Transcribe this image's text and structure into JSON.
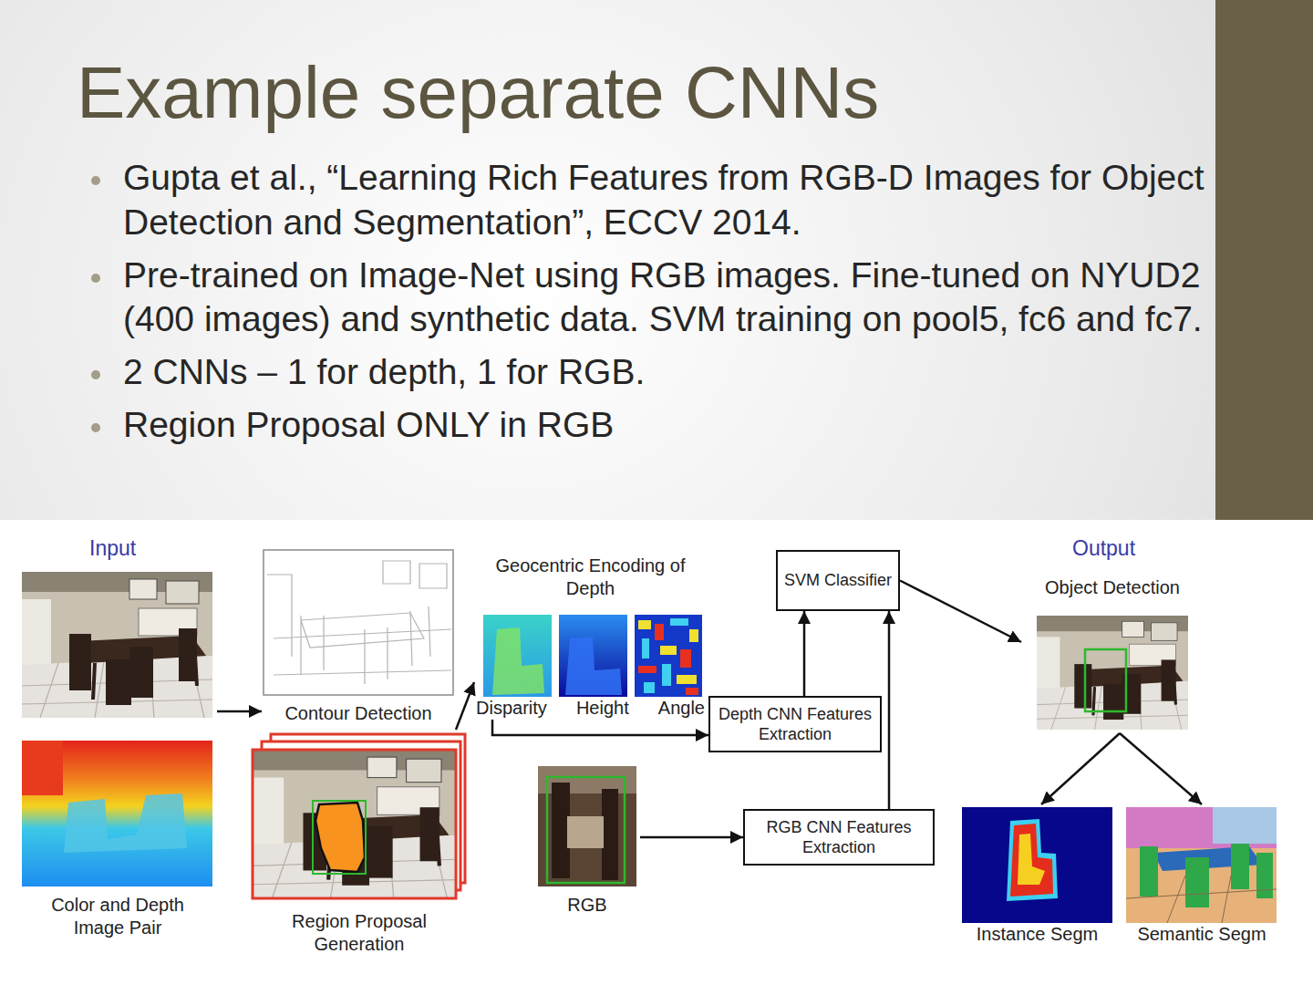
{
  "diagram": {
    "title": "Example separate CNNs",
    "nodes": [
      {
        "text": [
          "Color and Depth Image Pair"
        ]
      },
      {
        "text": [
          "Contour Detection"
        ]
      },
      {
        "text": [
          "Region Proposal Generation"
        ]
      },
      {
        "text": [
          "Geocentric Encoding of Depth",
          "Disparity",
          "Height",
          "Angle"
        ]
      },
      {
        "text": [
          "Depth CNN Features Extraction"
        ]
      },
      {
        "text": [
          "RGB"
        ]
      },
      {
        "text": [
          "RGB CNN Features Extraction"
        ]
      },
      {
        "text": [
          "SVM Classifier"
        ]
      },
      {
        "text": [
          "Object Detection"
        ]
      },
      {
        "text": [
          "Instance Segm"
        ]
      },
      {
        "text": [
          "Semantic Segm"
        ]
      }
    ],
    "edges": [
      {
        "from": 0,
        "to": 1,
        "arrow": "to"
      },
      {
        "from": 2,
        "to": 3,
        "arrow": "to"
      },
      {
        "from": 3,
        "to": 4,
        "arrow": "to"
      },
      {
        "from": 5,
        "to": 6,
        "arrow": "to"
      },
      {
        "from": 4,
        "to": 7,
        "arrow": "to"
      },
      {
        "from": 6,
        "to": 7,
        "arrow": "to"
      },
      {
        "from": 7,
        "to": 8,
        "arrow": "to"
      },
      {
        "from": 8,
        "to": 9,
        "arrow": "to"
      },
      {
        "from": 8,
        "to": 10,
        "arrow": "to"
      }
    ],
    "labels": [
      "Gupta et al., “Learning Rich Features from RGB-D Images for Object Detection and Segmentation”, ECCV 2014.",
      "Pre-trained on Image-Net using RGB images. Fine-tuned on NYUD2 (400 images) and synthetic data. SVM training on pool5, fc6 and fc7.",
      "2 CNNs – 1 for depth, 1 for RGB.",
      "Region Proposal ONLY in RGB",
      "Input",
      "Output"
    ]
  }
}
